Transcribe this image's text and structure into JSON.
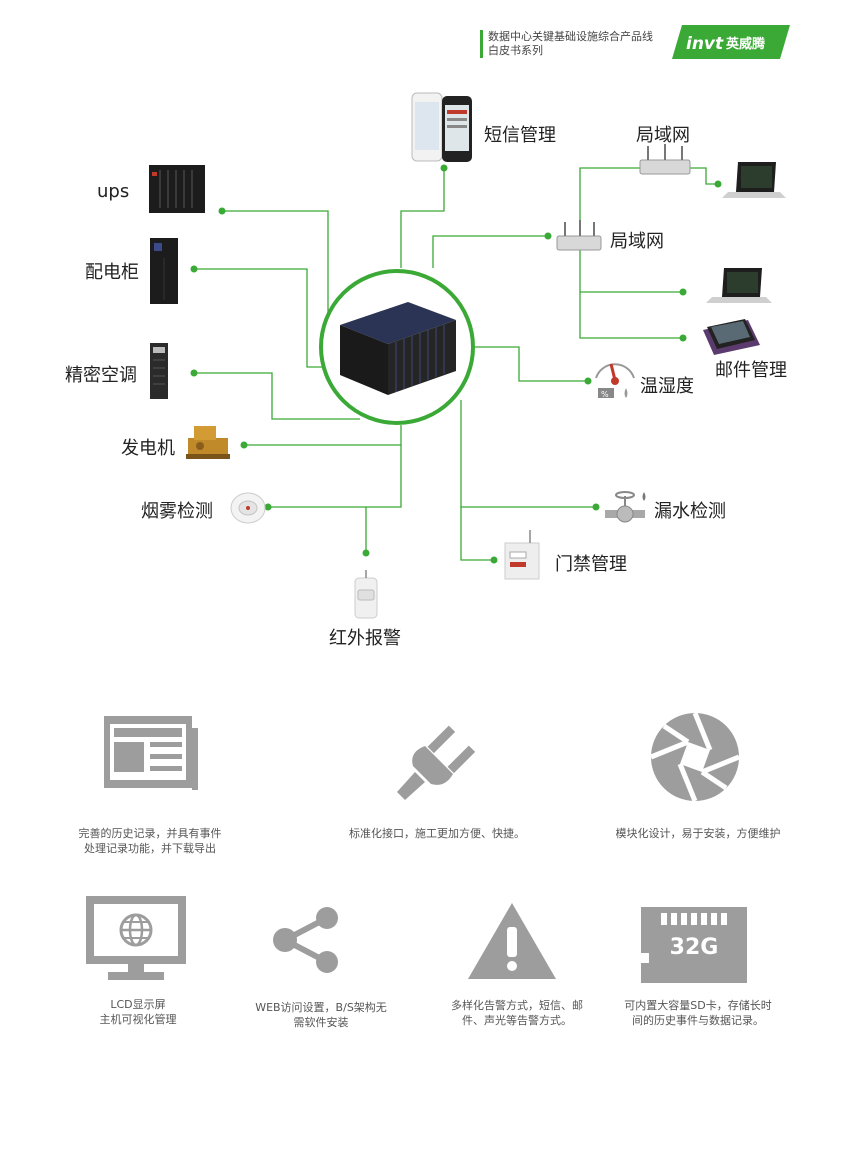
{
  "header": {
    "line1": "数据中心关键基础设施综合产品线",
    "line2": "白皮书系列",
    "logo_brand": "invt",
    "logo_cn": "英威腾",
    "brand_color": "#3aa935"
  },
  "diagram": {
    "line_color": "#3aa935",
    "nodes": {
      "sms": "短信管理",
      "lan_top": "局域网",
      "lan_mid": "局域网",
      "email": "邮件管理",
      "temp_humidity": "温湿度",
      "water_leak": "漏水检测",
      "access": "门禁管理",
      "ups": "ups",
      "pdu": "配电柜",
      "ac": "精密空调",
      "generator": "发电机",
      "smoke": "烟雾检测",
      "infrared": "红外报警"
    }
  },
  "features": [
    {
      "icon": "newspaper-icon",
      "text1": "完善的历史记录，并具有事件",
      "text2": "处理记录功能，并下载导出"
    },
    {
      "icon": "plug-icon",
      "text1": "标准化接口，施工更加方便、快捷。",
      "text2": ""
    },
    {
      "icon": "aperture-icon",
      "text1": "模块化设计，易于安装，方便维护",
      "text2": ""
    },
    {
      "icon": "monitor-globe-icon",
      "text1": "LCD显示屏",
      "text2": "主机可视化管理"
    },
    {
      "icon": "share-icon",
      "text1": "WEB访问设置，B/S架构无",
      "text2": "需软件安装"
    },
    {
      "icon": "warning-icon",
      "text1": "多样化告警方式，短信、邮",
      "text2": "件、声光等告警方式。"
    },
    {
      "icon": "sd-card-icon",
      "text1": "可内置大容量SD卡，存储长时",
      "text2": "间的历史事件与数据记录。",
      "badge": "32G"
    }
  ]
}
